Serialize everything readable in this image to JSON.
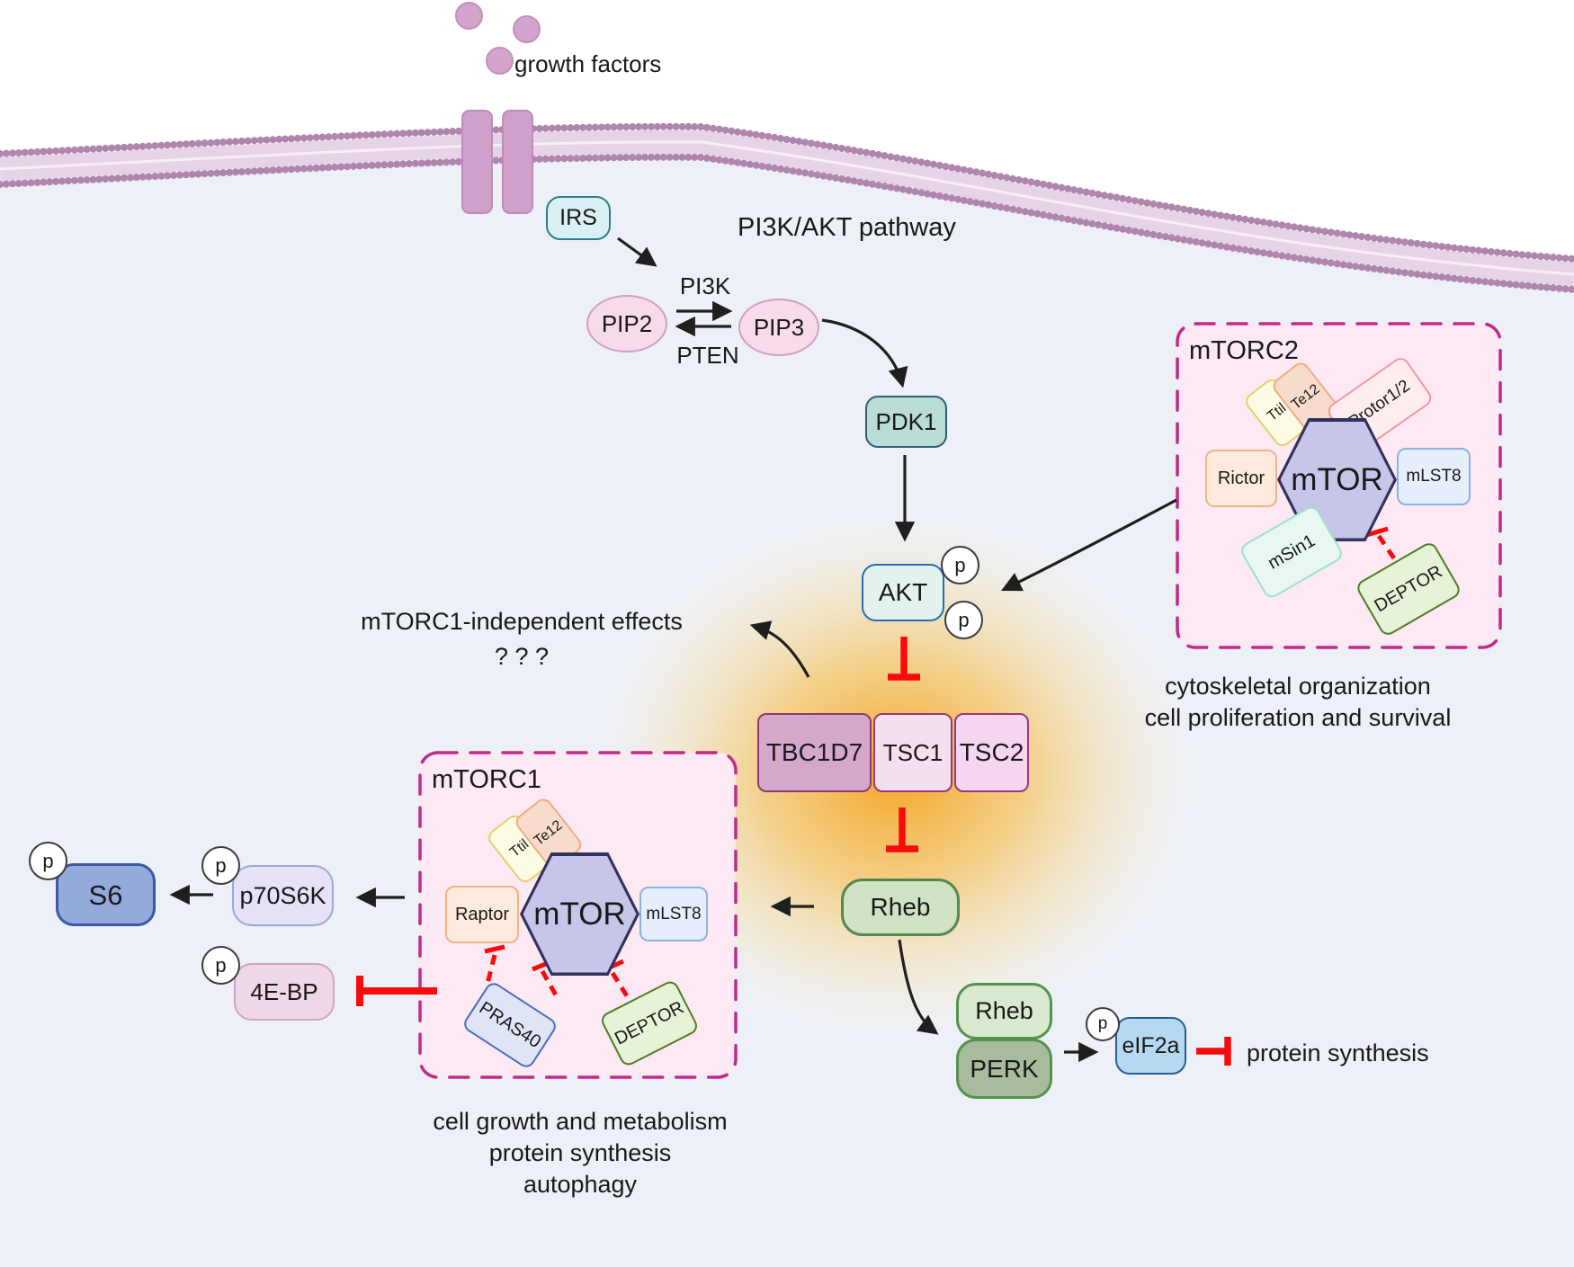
{
  "title": "PI3K/AKT pathway",
  "membrane": {
    "growth_factors_label": "growth factors"
  },
  "signaling": {
    "irs": "IRS",
    "pi3k": "PI3K",
    "pten": "PTEN",
    "pip2": "PIP2",
    "pip3": "PIP3",
    "pdk1": "PDK1",
    "akt": "AKT",
    "phospho": "p",
    "tbc1d7": "TBC1D7",
    "tsc1": "TSC1",
    "tsc2": "TSC2",
    "rheb": "Rheb"
  },
  "independent_effects": {
    "line1": "mTORC1-independent effects",
    "line2": "? ? ?"
  },
  "mtorc2": {
    "name": "mTORC2",
    "mtor": "mTOR",
    "ttil": "Ttil",
    "te12": "Te12",
    "protor": "Protor1/2",
    "rictor": "Rictor",
    "mlst8": "mLST8",
    "msin1": "mSin1",
    "deptor": "DEPTOR",
    "caption_line1": "cytoskeletal organization",
    "caption_line2": "cell proliferation and survival"
  },
  "mtorc1": {
    "name": "mTORC1",
    "mtor": "mTOR",
    "ttil": "Ttil",
    "te12": "Te12",
    "raptor": "Raptor",
    "mlst8": "mLST8",
    "pras40": "PRAS40",
    "deptor": "DEPTOR",
    "caption_line1": "cell growth and metabolism",
    "caption_line2": "protein synthesis",
    "caption_line3": "autophagy"
  },
  "downstream": {
    "s6": "S6",
    "p70s6k": "p70S6K",
    "fourebp": "4E-BP",
    "rheb": "Rheb",
    "perk": "PERK",
    "eif2a": "eIF2a",
    "protein_synthesis": "protein synthesis"
  },
  "colors": {
    "cell_interior": "#edf0f6",
    "membrane_heads": "#b086ae",
    "membrane_tails": "#e7d3e6",
    "panel_fill": "#fce9f4",
    "panel_border_magenta": "#c02b8a",
    "inhibition_red": "#f70b0b",
    "glow_orange": "#f6a41e",
    "mtor_hex_fill": "#c7c5ea",
    "mtor_hex_border": "#31315e",
    "teal_node_border": "#2f7d8c",
    "green_node_border": "#57864f"
  }
}
